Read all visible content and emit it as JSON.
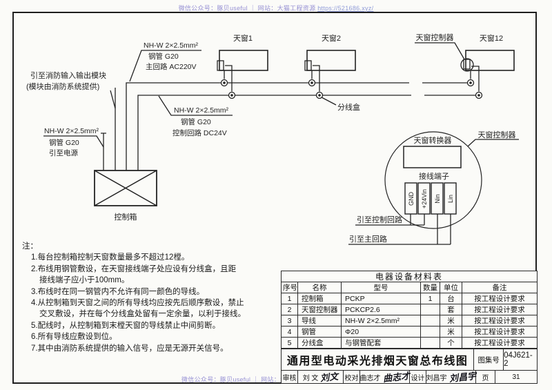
{
  "watermark": {
    "text": "微信公众号：豚贝useful ｜ 网站：大猫工程资源 ",
    "url": "https://521686.xyz/"
  },
  "diagram": {
    "skylight1": "天窗1",
    "skylight2": "天窗2",
    "skylight12": "天窗12",
    "controller_top": "天窗控制器",
    "junction_box": "分线盒",
    "control_box": "控制箱",
    "main_circuit": {
      "l1": "NH-W 2×2.5mm²",
      "l2": "钢管 G20",
      "l3": "主回路 AC220V"
    },
    "fire_module": {
      "l1": "引至消防输入输出模块",
      "l2": "(模块由消防系统提供)"
    },
    "control_circuit": {
      "l1": "NH-W 2×2.5mm²",
      "l2": "钢管 G20",
      "l3": "控制回路 DC24V"
    },
    "power": {
      "l1": "NH-W 2×2.5mm²",
      "l2": "钢管 G20",
      "l3": "引至电源"
    },
    "detail": {
      "converter": "天窗转换器",
      "controller": "天窗控制器",
      "terminals_label": "接线端子",
      "terminals": [
        "GND",
        "+24Vin",
        "Nin",
        "Lin"
      ],
      "to_control": "引至控制回路",
      "to_main": "引至主回路"
    }
  },
  "notes": {
    "title": "注：",
    "lines": [
      "1.每台控制箱控制天窗数量最多不超过12樘。",
      "2.布线用钢管敷设，在天窗接线端子处应设有分线盒，且距",
      "接线端子应小于100mm。",
      "3.布线时在同一钢管内不允许有同一颜色的导线。",
      "4.从控制箱到天窗之间的所有导线均应按先后顺序敷设，禁止",
      "交叉敷设，并在每个分线盒处留有一定余量，以利于接线。",
      "5.配线时，从控制箱到末樘天窗的导线禁止中间剪断。",
      "6.所有导线应敷设到位。",
      "7.其中由消防系统提供的输入信号，应是无源开关信号。"
    ]
  },
  "table": {
    "title": "电器设备材料表",
    "headers": [
      "序号",
      "名称",
      "型号",
      "数量",
      "单位",
      "备注"
    ],
    "rows": [
      [
        "1",
        "控制箱",
        "PCKP",
        "1",
        "台",
        "按工程设计要求"
      ],
      [
        "2",
        "天窗控制器",
        "PCKCP2.6",
        "",
        "套",
        "按工程设计要求"
      ],
      [
        "3",
        "导线",
        "NH-W 2×2.5mm²",
        "",
        "米",
        "按工程设计要求"
      ],
      [
        "4",
        "钢管",
        "Φ20",
        "",
        "米",
        "按工程设计要求"
      ],
      [
        "5",
        "分线盒",
        "与钢管配套",
        "",
        "个",
        "按工程设计要求"
      ]
    ]
  },
  "titleblock": {
    "drawing_title": "通用型电动采光排烟天窗总布线图",
    "atlas_label": "图集号",
    "atlas_no": "04J621-2",
    "page_label": "页",
    "page_no": "31",
    "reviewer_label": "审核",
    "reviewer": "刘 文",
    "reviewer_sig": "刘文",
    "checker_label": "校对",
    "checker": "曲志才",
    "checker_sig": "曲志才",
    "designer_label": "设计",
    "designer": "刘昌宇",
    "designer_sig": "刘昌宇"
  },
  "colors": {
    "line": "#222222",
    "watermark": "#9690d4",
    "paper": "#fbfbf8"
  }
}
